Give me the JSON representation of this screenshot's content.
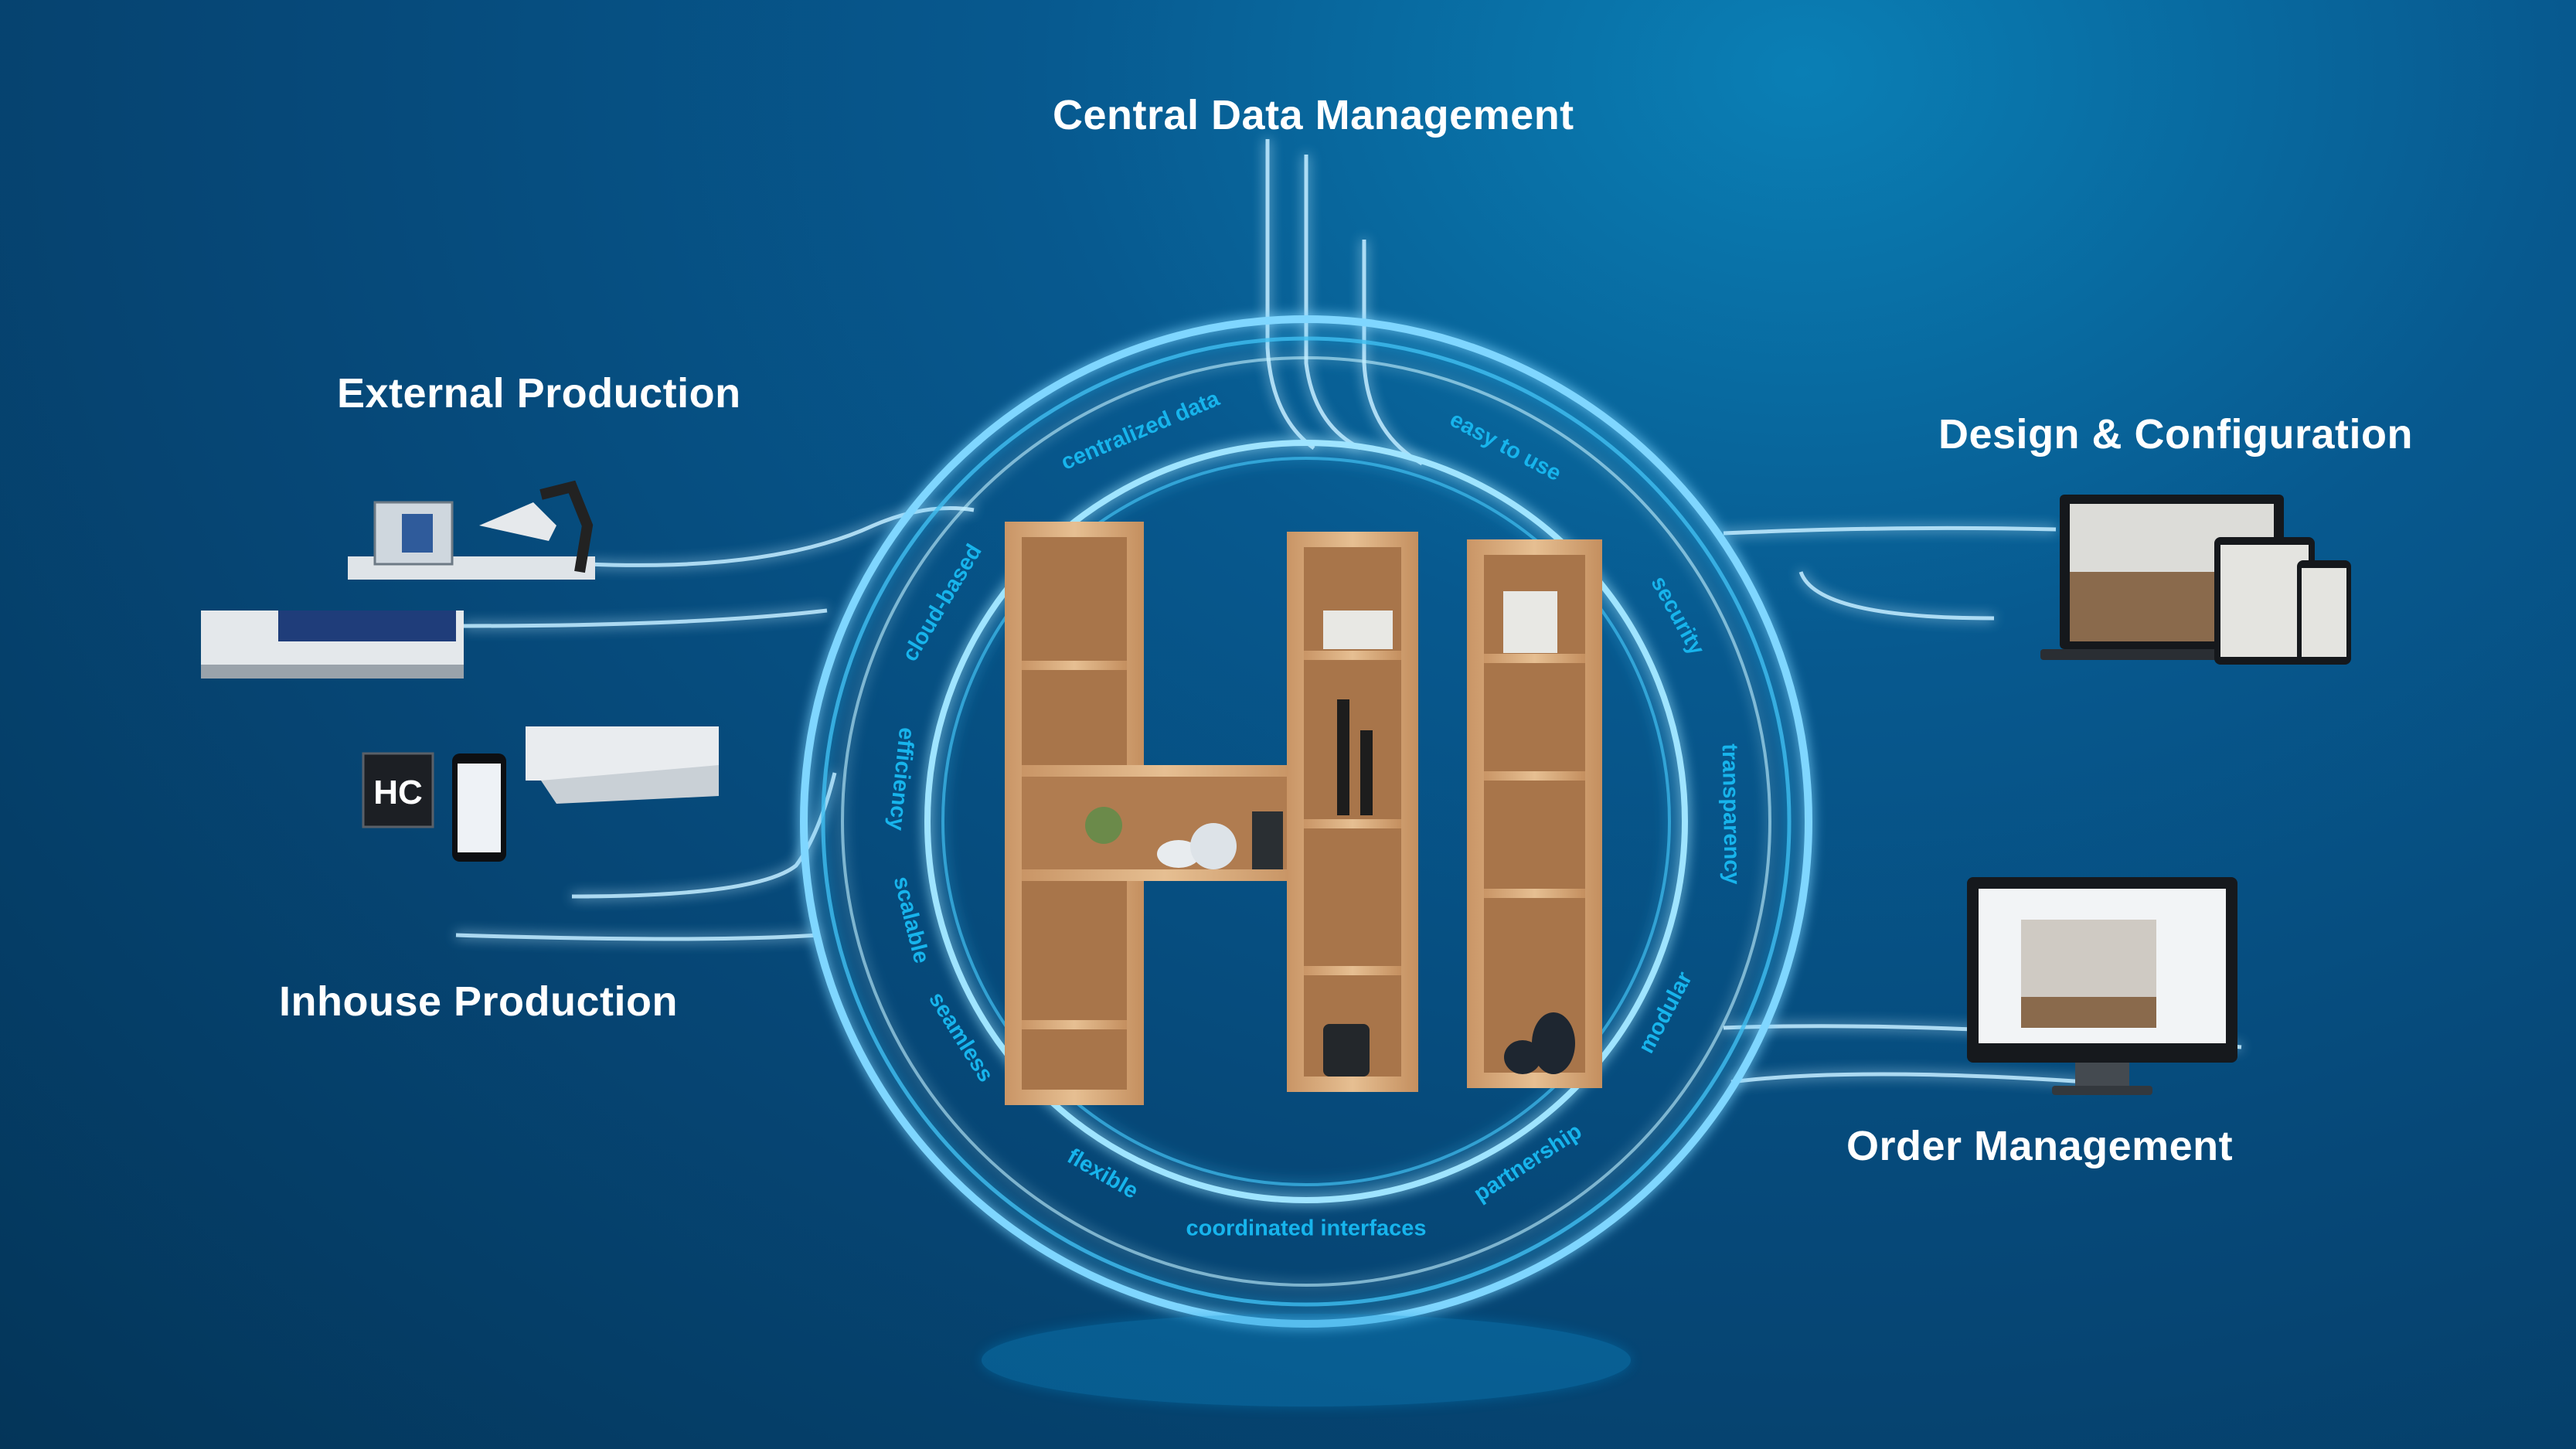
{
  "labels": {
    "central": "Central Data Management",
    "external": "External Production",
    "design": "Design & Configuration",
    "inhouse": "Inhouse Production",
    "order": "Order Management"
  },
  "ring_words": {
    "cloud_based": "cloud-based",
    "centralized_data": "centralized data",
    "easy_to_use": "easy to use",
    "security": "security",
    "transparency": "transparency",
    "modular": "modular",
    "partnership": "partnership",
    "coordinated_interfaces": "coordinated interfaces",
    "flexible": "flexible",
    "seamless": "seamless",
    "scalable": "scalable",
    "efficiency": "efficiency"
  },
  "logo_badge": "HC",
  "colors": {
    "accent": "#17b4ec",
    "background": "#06406b",
    "wood": "#d9ab7a"
  }
}
